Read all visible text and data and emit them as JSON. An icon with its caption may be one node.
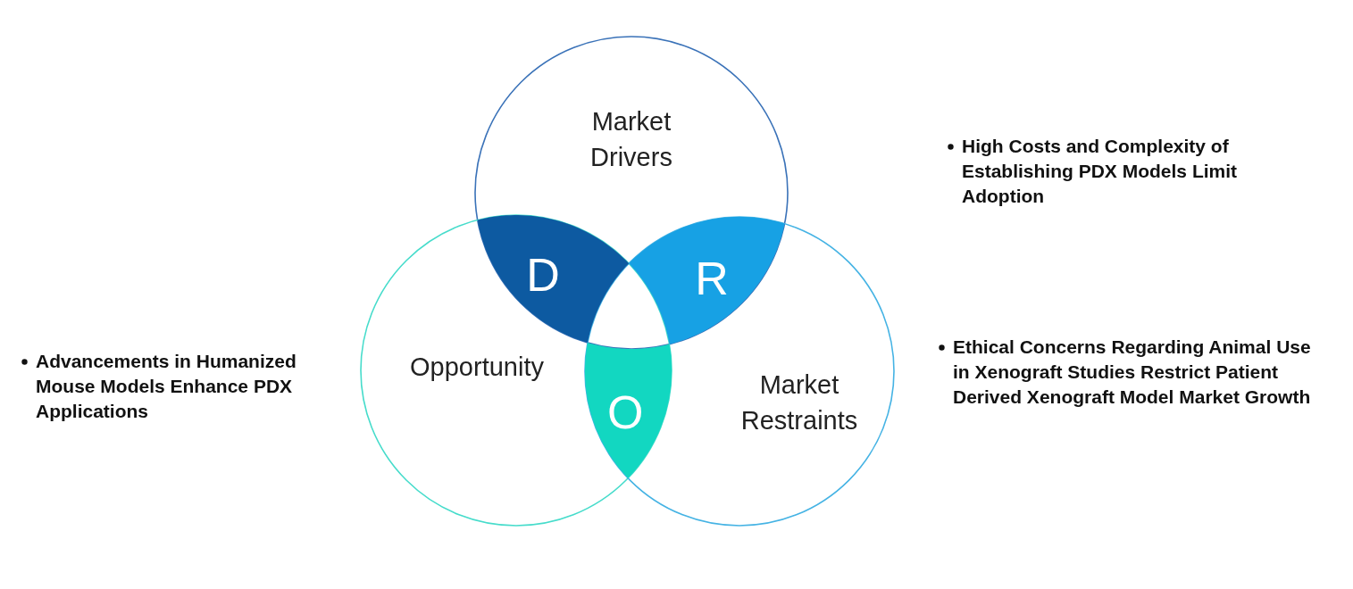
{
  "diagram": {
    "nodes": [
      {
        "text": [
          "Market Drivers"
        ]
      },
      {
        "text": [
          "Opportunity"
        ]
      },
      {
        "text": [
          "Market Restraints"
        ]
      },
      {
        "text": [
          "D"
        ]
      },
      {
        "text": [
          "R"
        ]
      },
      {
        "text": [
          "O"
        ]
      }
    ],
    "labels": [
      "High Costs and Complexity of Establishing PDX Models Limit Adoption",
      "Advancements in Humanized Mouse Models Enhance PDX Applications",
      "Ethical Concerns Regarding Animal Use in Xenograft Studies Restrict Patient Derived Xenograft Model Market Growth"
    ]
  }
}
